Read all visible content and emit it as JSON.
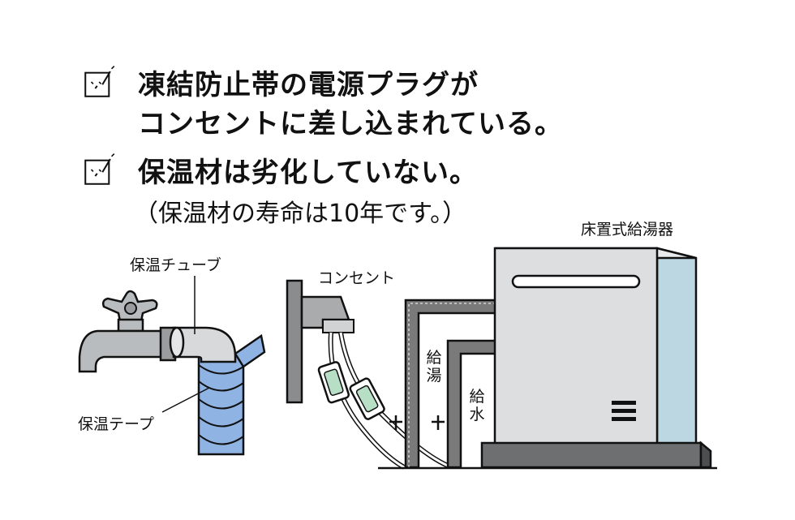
{
  "checklist": {
    "item1_line1": "凍結防止帯の電源プラグが",
    "item1_line2": "コンセントに差し込まれている。",
    "item2_line1": "保温材は劣化していない。",
    "item2_note": "（保温材の寿命は10年です。）"
  },
  "labels": {
    "heater": "床置式給湯器",
    "tube": "保温チューブ",
    "tape": "保温テープ",
    "outlet": "コンセント",
    "hot_water": "給湯",
    "cold_water": "給水"
  },
  "icons": {
    "check": "checkbox-icon",
    "faucet": "faucet-icon",
    "outlet": "outlet-icon",
    "heater": "water-heater-icon"
  },
  "colors": {
    "tape_blue": "#8fb3e3",
    "heater_gray": "#dcdedf",
    "heater_side": "#bcd6e2",
    "pipe_dark": "#7a7a7a",
    "cable_green": "#b7dfc6"
  }
}
